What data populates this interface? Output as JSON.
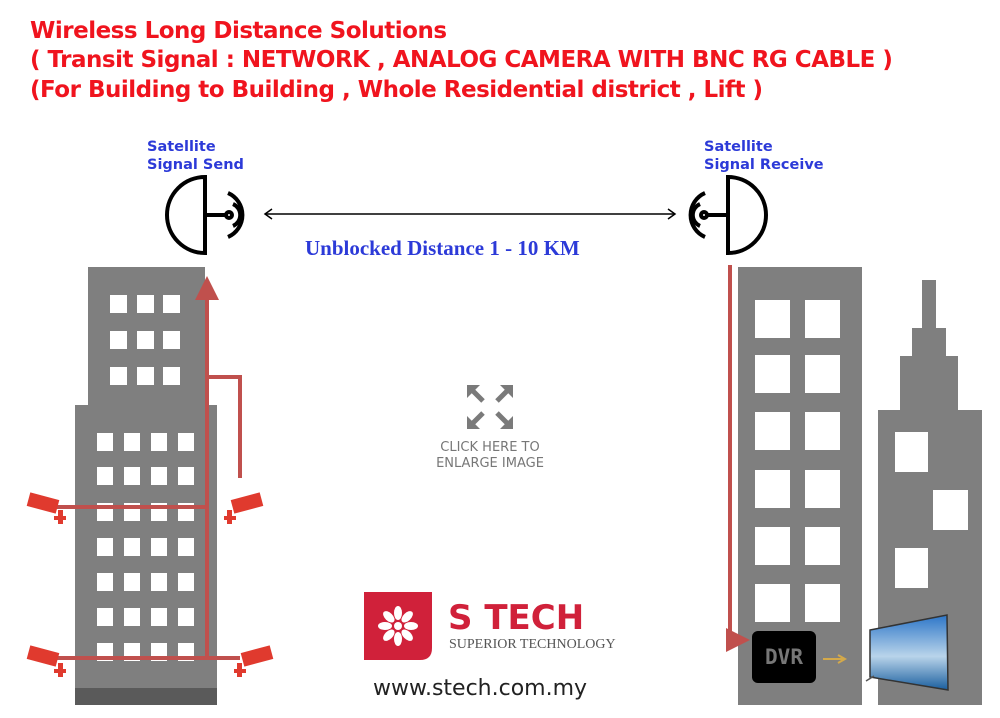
{
  "title_lines": [
    "Wireless Long Distance Solutions",
    "( Transit Signal : NETWORK , ANALOG CAMERA WITH BNC RG CABLE )",
    "(For Building to Building , Whole Residential district , Lift )"
  ],
  "satellite_send": {
    "line1": "Satellite",
    "line2": "Signal Send"
  },
  "satellite_receive": {
    "line1": "Satellite",
    "line2": "Signal Receive"
  },
  "distance_label": "Unblocked Distance 1 - 10 KM",
  "enlarge": {
    "line1": "CLICK HERE TO",
    "line2": "ENLARGE IMAGE"
  },
  "brand": {
    "name": "S TECH",
    "tagline": "SUPERIOR TECHNOLOGY",
    "url": "www.stech.com.my"
  },
  "dvr_label": "DVR",
  "colors": {
    "title": "#f0141e",
    "label": "#2c3ad8",
    "building": "#7f7f7f",
    "cable": "#c0504d",
    "brand": "#d0213a"
  }
}
